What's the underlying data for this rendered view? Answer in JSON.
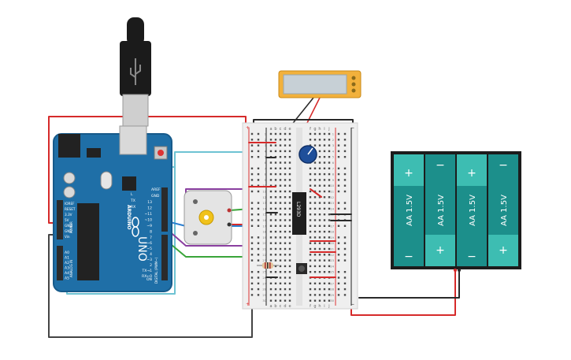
{
  "arduino": {
    "board_name": "UNO",
    "brand": "ARDUINO",
    "tx_label": "TX",
    "rx_label": "RX",
    "l_label": "L",
    "on_label": "ON",
    "digital_label": "DIGITAL (PWM~)",
    "power_label": "POWER",
    "analog_label": "ANALOG IN",
    "aref_label": "AREF",
    "gnd_label": "GND",
    "power_pins": [
      "IOREF",
      "RESET",
      "3.3V",
      "5V",
      "GND",
      "GND",
      "Vin"
    ],
    "analog_pins": [
      "A0",
      "A1",
      "A2",
      "A3",
      "A4",
      "A5"
    ],
    "digital_pins": [
      "13",
      "12",
      "~11",
      "~10",
      "~9",
      "8",
      "7",
      "~6",
      "~5",
      "4",
      "~3",
      "2",
      "TX→1",
      "RX←0"
    ],
    "colors": {
      "board": "#1f6fa7",
      "board_dark": "#175a8a",
      "header": "#2b2b2b",
      "usb_cable": "#1b1b1b"
    }
  },
  "breadboard": {
    "columns_top": [
      "a",
      "b",
      "c",
      "d",
      "e",
      "f",
      "g",
      "h",
      "i",
      "j"
    ],
    "columns_bottom": [
      "a",
      "b",
      "c",
      "d",
      "e",
      "f",
      "g",
      "h",
      "i",
      "j"
    ],
    "row_numbers": [
      "1",
      "2",
      "3",
      "4",
      "5",
      "6",
      "7",
      "8",
      "9",
      "10",
      "11",
      "12",
      "13",
      "14",
      "15",
      "16",
      "17",
      "18",
      "19",
      "20",
      "21",
      "22",
      "23",
      "24",
      "25",
      "26",
      "27",
      "28",
      "29",
      "30"
    ],
    "rail_plus": "+",
    "rail_minus": "−",
    "colors": {
      "body": "#efefef",
      "hole": "#4a4a4a",
      "rail_red": "#d33",
      "rail_black": "#222"
    }
  },
  "chip": {
    "label": "L293D"
  },
  "lcd": {
    "colors": {
      "frame": "#f2b13c",
      "screen": "#c7d0d6"
    }
  },
  "battery_pack": {
    "cell_label": "AA 1.5V",
    "cells": [
      {
        "label": "AA 1.5V",
        "plus_top": true
      },
      {
        "label": "AA 1.5V",
        "plus_top": false
      },
      {
        "label": "AA 1.5V",
        "plus_top": true
      },
      {
        "label": "AA 1.5V",
        "plus_top": false
      }
    ],
    "plus": "+",
    "minus": "−",
    "colors": {
      "case": "#1c1c1c",
      "cell": "#1c8f8b",
      "cap": "#3dbdb2"
    }
  },
  "wires": {
    "colors": {
      "red": "#d62a2a",
      "black": "#2a2a2a",
      "green": "#3aa53a",
      "blue": "#2c7fd0",
      "purple": "#8a3fa0",
      "yellow": "#e3c21b",
      "cyan": "#6ec3d3",
      "dark": "#444444"
    }
  }
}
